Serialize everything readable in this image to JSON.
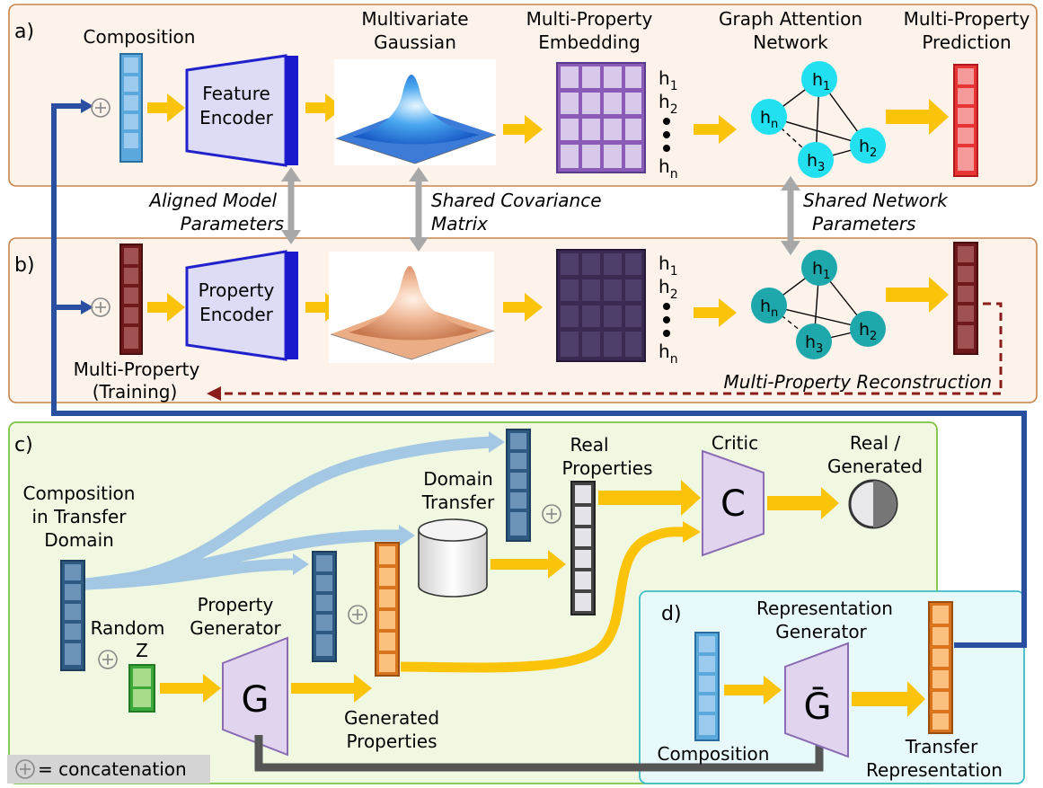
{
  "panel_a": {
    "label": "a)",
    "composition_label": "Composition",
    "encoder_label": [
      "Feature",
      "Encoder"
    ],
    "gaussian_label": [
      "Multivariate",
      "Gaussian"
    ],
    "embedding_label": [
      "Multi-Property",
      "Embedding"
    ],
    "gat_label": [
      "Graph Attention",
      "Network"
    ],
    "prediction_label": [
      "Multi-Property",
      "Prediction"
    ]
  },
  "panel_b": {
    "label": "b)",
    "encoder_label": [
      "Property",
      "Encoder"
    ],
    "input_label": [
      "Multi-Property",
      "(Training)"
    ],
    "reconstruction_label": "Multi-Property Reconstruction"
  },
  "shared": {
    "aligned": [
      "Aligned Model",
      "Parameters"
    ],
    "covariance": [
      "Shared Covariance",
      "Matrix"
    ],
    "network": [
      "Shared Network",
      "Parameters"
    ]
  },
  "hidden_labels": {
    "h1": "h",
    "h1_sub": "1",
    "h2": "h",
    "h2_sub": "2",
    "hn": "h",
    "hn_sub": "n",
    "h3": "h",
    "h3_sub": "3"
  },
  "panel_c": {
    "label": "c)",
    "composition_label": [
      "Composition",
      "in Transfer",
      "Domain"
    ],
    "random_label": [
      "Random",
      "Z"
    ],
    "property_generator_label": [
      "Property",
      "Generator"
    ],
    "generator_letter": "G",
    "generated_label": [
      "Generated",
      "Properties"
    ],
    "domain_transfer_label": [
      "Domain",
      "Transfer"
    ],
    "real_label": [
      "Real",
      "Properties"
    ],
    "critic_label": "Critic",
    "critic_letter": "C",
    "output_label": [
      "Real /",
      "Generated"
    ]
  },
  "panel_d": {
    "label": "d)",
    "representation_generator_label": [
      "Representation",
      "Generator"
    ],
    "generator_letter": "Ḡ",
    "composition_label": "Composition",
    "transfer_label": [
      "Transfer",
      "Representation"
    ]
  },
  "legend": {
    "text": "= concatenation"
  },
  "colors": {
    "panel_ab_border": "#c8834a",
    "panel_ab_fill": "#fdf3ea",
    "panel_c_border": "#7cc442",
    "panel_c_fill": "#f0f8e2",
    "panel_d_border": "#3cbcc8",
    "panel_d_fill": "#e8f9fb",
    "yellow_arrow": "#fcc30b",
    "blue_line": "#2a4fa0",
    "grey_arrow": "#a8a8a8",
    "light_blue_flow": "#a4c8e4",
    "dark_red": "#8a1c1c"
  }
}
